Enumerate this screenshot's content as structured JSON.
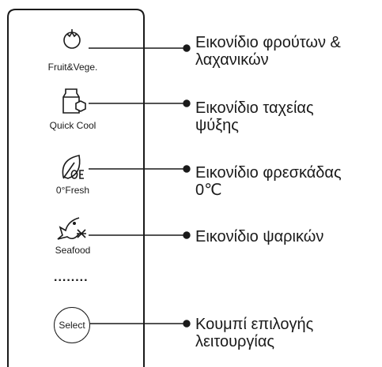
{
  "panel": {
    "items": [
      {
        "icon": "tomato-icon",
        "label": "Fruit&Vege.",
        "callout_lines": [
          "Εικονίδιο φρούτων &",
          "λαχανικών"
        ]
      },
      {
        "icon": "milk-carton-icon",
        "label": "Quick Cool",
        "callout_lines": [
          "Εικονίδιο ταχείας",
          "ψύξης"
        ]
      },
      {
        "icon": "leaf-zero-icon",
        "label": "0°Fresh",
        "callout_lines": [
          "Εικονίδιο φρεσκάδας",
          "0℃"
        ]
      },
      {
        "icon": "fish-snowflake-icon",
        "label": "Seafood",
        "callout_lines": [
          "Εικονίδιο ψαρικών"
        ]
      }
    ],
    "more_indicator": "........",
    "select_button": {
      "label": "Select",
      "callout_lines": [
        "Κουμπί επιλογής",
        "λειτουργίας"
      ]
    }
  },
  "colors": {
    "line": "#1a1a1a",
    "background": "#ffffff"
  }
}
